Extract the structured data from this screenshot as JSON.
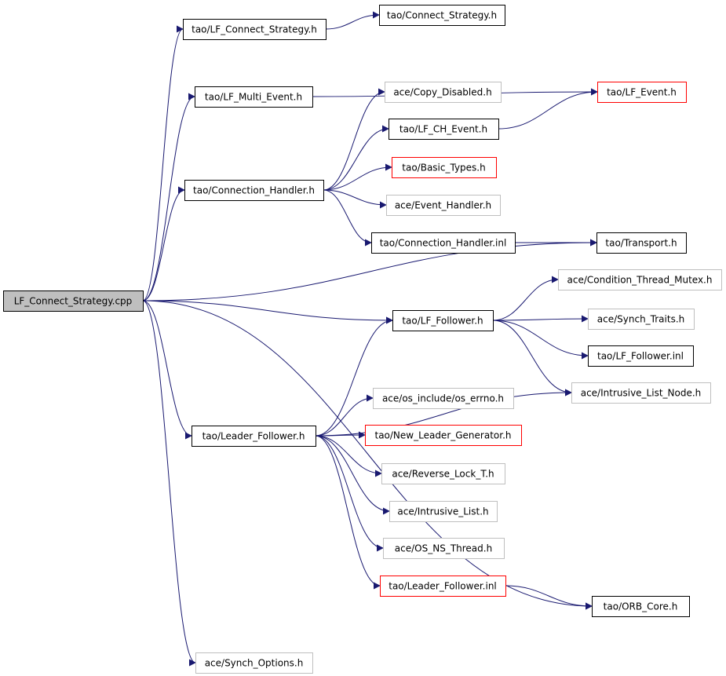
{
  "colors": {
    "edge": "#191970",
    "box_normal": "#000000",
    "box_ghost": "#bfbfbf",
    "box_red": "#ff0000",
    "root_fill": "#bfbfbf"
  },
  "nodes": {
    "root": {
      "label": "LF_Connect_Strategy.cpp",
      "style": "root"
    },
    "tao_lf_connect_strategy_h": {
      "label": "tao/LF_Connect_Strategy.h",
      "style": "normal"
    },
    "tao_connect_strategy_h": {
      "label": "tao/Connect_Strategy.h",
      "style": "normal"
    },
    "tao_lf_multi_event_h": {
      "label": "tao/LF_Multi_Event.h",
      "style": "normal"
    },
    "tao_lf_event_h": {
      "label": "tao/LF_Event.h",
      "style": "red"
    },
    "ace_copy_disabled_h": {
      "label": "ace/Copy_Disabled.h",
      "style": "ghost"
    },
    "tao_lf_ch_event_h": {
      "label": "tao/LF_CH_Event.h",
      "style": "normal"
    },
    "tao_basic_types_h": {
      "label": "tao/Basic_Types.h",
      "style": "red"
    },
    "tao_connection_handler_h": {
      "label": "tao/Connection_Handler.h",
      "style": "normal"
    },
    "ace_event_handler_h": {
      "label": "ace/Event_Handler.h",
      "style": "ghost"
    },
    "tao_connection_handler_inl": {
      "label": "tao/Connection_Handler.inl",
      "style": "normal"
    },
    "tao_transport_h": {
      "label": "tao/Transport.h",
      "style": "normal"
    },
    "ace_condition_thread_mutex_h": {
      "label": "ace/Condition_Thread_Mutex.h",
      "style": "ghost"
    },
    "tao_lf_follower_h": {
      "label": "tao/LF_Follower.h",
      "style": "normal"
    },
    "ace_synch_traits_h": {
      "label": "ace/Synch_Traits.h",
      "style": "ghost"
    },
    "tao_lf_follower_inl": {
      "label": "tao/LF_Follower.inl",
      "style": "normal"
    },
    "ace_intrusive_list_node_h": {
      "label": "ace/Intrusive_List_Node.h",
      "style": "ghost"
    },
    "ace_os_include_os_errno_h": {
      "label": "ace/os_include/os_errno.h",
      "style": "ghost"
    },
    "tao_leader_follower_h": {
      "label": "tao/Leader_Follower.h",
      "style": "normal"
    },
    "tao_new_leader_generator_h": {
      "label": "tao/New_Leader_Generator.h",
      "style": "red"
    },
    "ace_reverse_lock_t_h": {
      "label": "ace/Reverse_Lock_T.h",
      "style": "ghost"
    },
    "ace_intrusive_list_h": {
      "label": "ace/Intrusive_List.h",
      "style": "ghost"
    },
    "ace_os_ns_thread_h": {
      "label": "ace/OS_NS_Thread.h",
      "style": "ghost"
    },
    "tao_leader_follower_inl": {
      "label": "tao/Leader_Follower.inl",
      "style": "red"
    },
    "tao_orb_core_h": {
      "label": "tao/ORB_Core.h",
      "style": "normal"
    },
    "ace_synch_options_h": {
      "label": "ace/Synch_Options.h",
      "style": "ghost"
    }
  },
  "edges": [
    [
      "root",
      "tao_lf_connect_strategy_h"
    ],
    [
      "tao_lf_connect_strategy_h",
      "tao_connect_strategy_h"
    ],
    [
      "root",
      "tao_lf_multi_event_h"
    ],
    [
      "tao_lf_multi_event_h",
      "tao_lf_event_h"
    ],
    [
      "tao_connection_handler_h",
      "ace_copy_disabled_h"
    ],
    [
      "tao_connection_handler_h",
      "tao_lf_ch_event_h"
    ],
    [
      "tao_lf_ch_event_h",
      "tao_lf_event_h"
    ],
    [
      "tao_connection_handler_h",
      "tao_basic_types_h"
    ],
    [
      "root",
      "tao_connection_handler_h"
    ],
    [
      "tao_connection_handler_h",
      "ace_event_handler_h"
    ],
    [
      "tao_connection_handler_h",
      "tao_connection_handler_inl"
    ],
    [
      "tao_connection_handler_inl",
      "tao_transport_h"
    ],
    [
      "root",
      "tao_transport_h"
    ],
    [
      "tao_lf_follower_h",
      "ace_condition_thread_mutex_h"
    ],
    [
      "root",
      "tao_lf_follower_h"
    ],
    [
      "tao_lf_follower_h",
      "ace_synch_traits_h"
    ],
    [
      "tao_lf_follower_h",
      "tao_lf_follower_inl"
    ],
    [
      "tao_lf_follower_h",
      "ace_intrusive_list_node_h"
    ],
    [
      "tao_leader_follower_h",
      "tao_lf_follower_h"
    ],
    [
      "tao_leader_follower_h",
      "ace_intrusive_list_node_h"
    ],
    [
      "tao_leader_follower_h",
      "ace_os_include_os_errno_h"
    ],
    [
      "root",
      "tao_leader_follower_h"
    ],
    [
      "tao_leader_follower_h",
      "tao_new_leader_generator_h"
    ],
    [
      "tao_leader_follower_h",
      "ace_reverse_lock_t_h"
    ],
    [
      "tao_leader_follower_h",
      "ace_intrusive_list_h"
    ],
    [
      "tao_leader_follower_h",
      "ace_os_ns_thread_h"
    ],
    [
      "tao_leader_follower_h",
      "tao_leader_follower_inl"
    ],
    [
      "tao_leader_follower_inl",
      "tao_orb_core_h"
    ],
    [
      "root",
      "tao_orb_core_h"
    ],
    [
      "root",
      "ace_synch_options_h"
    ]
  ]
}
